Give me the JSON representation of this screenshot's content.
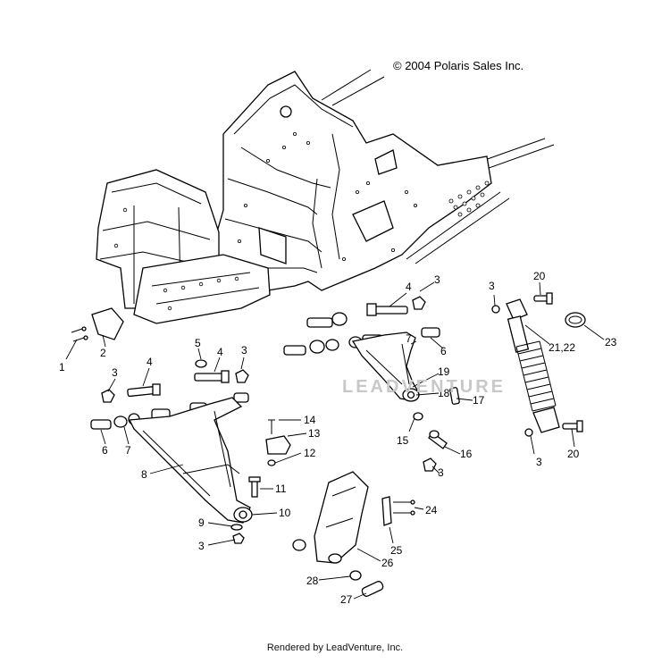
{
  "copyright": "© 2004 Polaris Sales Inc.",
  "footer": "Rendered by LeadVenture, Inc.",
  "watermark": "LEADVENTURE",
  "callouts": [
    {
      "id": "c1",
      "text": "1"
    },
    {
      "id": "c2",
      "text": "2"
    },
    {
      "id": "c3a",
      "text": "3"
    },
    {
      "id": "c4a",
      "text": "4"
    },
    {
      "id": "c5",
      "text": "5"
    },
    {
      "id": "c4b",
      "text": "4"
    },
    {
      "id": "c3b",
      "text": "3"
    },
    {
      "id": "c6a",
      "text": "6"
    },
    {
      "id": "c7a",
      "text": "7"
    },
    {
      "id": "c8",
      "text": "8"
    },
    {
      "id": "c14",
      "text": "14"
    },
    {
      "id": "c13",
      "text": "13"
    },
    {
      "id": "c12",
      "text": "12"
    },
    {
      "id": "c11",
      "text": "11"
    },
    {
      "id": "c9",
      "text": "9"
    },
    {
      "id": "c10",
      "text": "10"
    },
    {
      "id": "c3c",
      "text": "3"
    },
    {
      "id": "c4c",
      "text": "4"
    },
    {
      "id": "c3d",
      "text": "3"
    },
    {
      "id": "c7b",
      "text": "7"
    },
    {
      "id": "c6b",
      "text": "6"
    },
    {
      "id": "c19",
      "text": "19"
    },
    {
      "id": "c18",
      "text": "18"
    },
    {
      "id": "c17",
      "text": "17"
    },
    {
      "id": "c15",
      "text": "15"
    },
    {
      "id": "c16",
      "text": "16"
    },
    {
      "id": "c3e",
      "text": "3"
    },
    {
      "id": "c3f",
      "text": "3"
    },
    {
      "id": "c20a",
      "text": "20"
    },
    {
      "id": "c2122",
      "text": "21,22"
    },
    {
      "id": "c23",
      "text": "23"
    },
    {
      "id": "c3g",
      "text": "3"
    },
    {
      "id": "c20b",
      "text": "20"
    },
    {
      "id": "c24",
      "text": "24"
    },
    {
      "id": "c25",
      "text": "25"
    },
    {
      "id": "c26",
      "text": "26"
    },
    {
      "id": "c28",
      "text": "28"
    },
    {
      "id": "c27",
      "text": "27"
    }
  ]
}
